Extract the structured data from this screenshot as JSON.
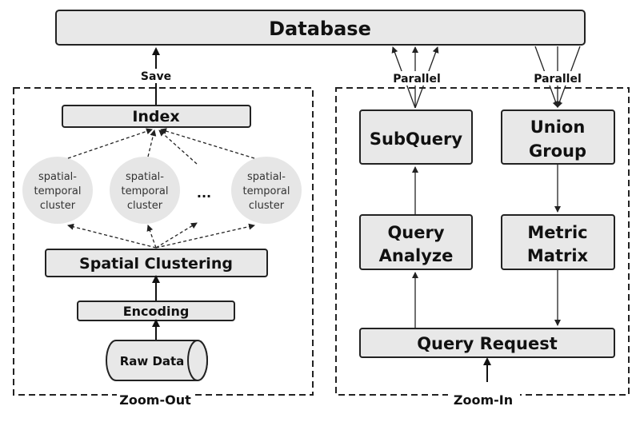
{
  "database": "Database",
  "save": "Save",
  "parallel_left": "Parallel",
  "parallel_right": "Parallel",
  "zoom_out": {
    "caption": "Zoom-Out",
    "index": "Index",
    "clusters": [
      [
        "spatial-",
        "temporal",
        "cluster"
      ],
      [
        "spatial-",
        "temporal",
        "cluster"
      ],
      [
        "spatial-",
        "temporal",
        "cluster"
      ]
    ],
    "ellipsis": "...",
    "spatial_clustering": "Spatial Clustering",
    "encoding": "Encoding",
    "raw_data": "Raw Data"
  },
  "zoom_in": {
    "caption": "Zoom-In",
    "subquery": "SubQuery",
    "union_group": [
      "Union",
      "Group"
    ],
    "query_analyze": [
      "Query",
      "Analyze"
    ],
    "metric_matrix": [
      "Metric",
      "Matrix"
    ],
    "query_request": "Query Request"
  }
}
